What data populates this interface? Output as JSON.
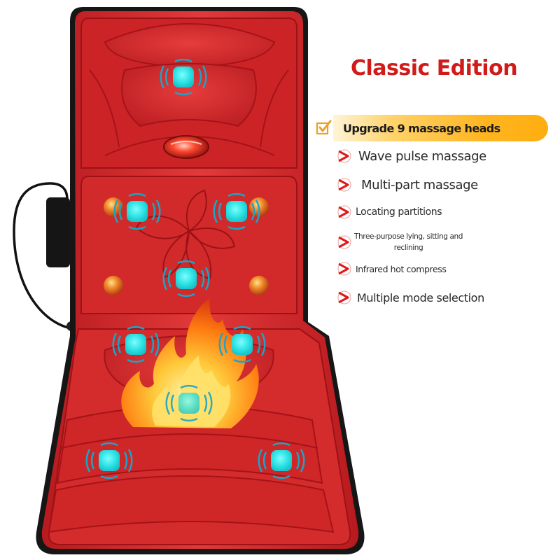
{
  "title": "Classic Edition",
  "colors": {
    "title": "#d11a1a",
    "text": "#2a2a2a",
    "mat_red": "#d92d2e",
    "mat_dark": "#a01316",
    "edge": "#1b1b1b",
    "node": "#30e6e6",
    "highlight": "#ffb21a",
    "check": "#f0a020"
  },
  "highlight_feature": {
    "label": "Upgrade 9 massage heads",
    "icon": "check-box-icon"
  },
  "features": [
    {
      "label": "Wave pulse massage",
      "icon": "red-arrow-icon"
    },
    {
      "label": "Multi-part massage",
      "icon": "red-arrow-icon"
    },
    {
      "label": "Locating partitions",
      "icon": "red-arrow-icon"
    },
    {
      "label_line1": "Three-purpose lying, sitting and",
      "label_line2": "reclining",
      "icon": "red-arrow-icon"
    },
    {
      "label": "Infrared hot compress",
      "icon": "red-arrow-icon"
    },
    {
      "label": "Multiple mode selection",
      "icon": "red-arrow-icon"
    }
  ],
  "product": {
    "name": "massage-mat",
    "massage_heads": 9,
    "infrared_nodes": 4,
    "icons": [
      "vibration-node-icon",
      "infrared-heat-stone-icon",
      "flame-icon",
      "remote-controller-icon"
    ]
  }
}
